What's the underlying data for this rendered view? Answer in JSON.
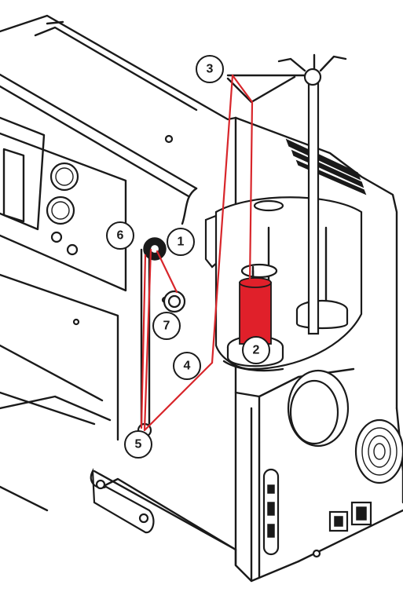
{
  "colors": {
    "thread": "#d8262b",
    "spool": "#e0202a",
    "outline": "#1a1a1a",
    "background": "#ffffff"
  },
  "callouts": [
    {
      "id": "1",
      "label": "1"
    },
    {
      "id": "2",
      "label": "2"
    },
    {
      "id": "3",
      "label": "3"
    },
    {
      "id": "4",
      "label": "4"
    },
    {
      "id": "5",
      "label": "5"
    },
    {
      "id": "6",
      "label": "6"
    },
    {
      "id": "7",
      "label": "7"
    }
  ]
}
